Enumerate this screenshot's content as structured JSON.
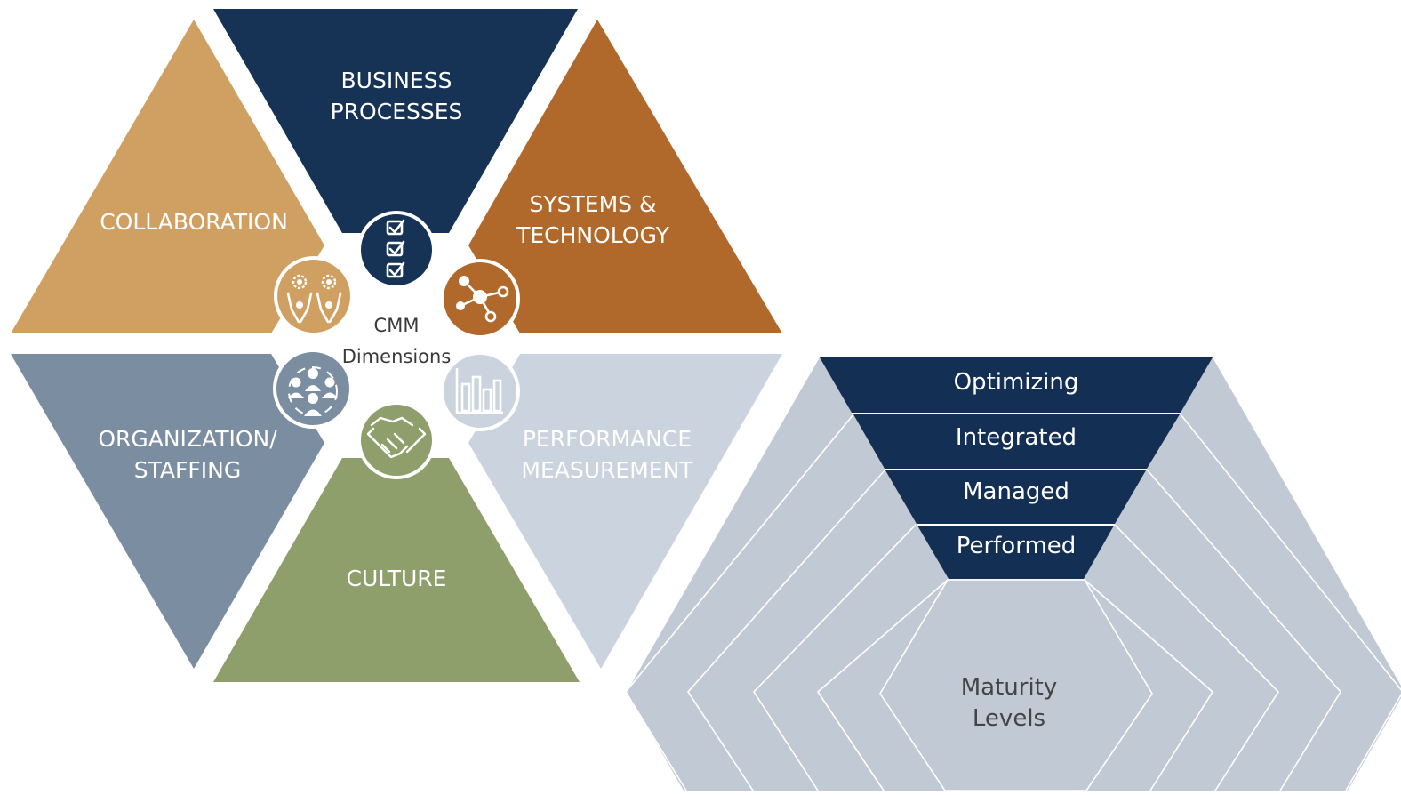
{
  "dimensions": {
    "center_line1": "CMM",
    "center_line2": "Dimensions",
    "segments": [
      {
        "id": "business",
        "lines": [
          "BUSINESS",
          "PROCESSES"
        ],
        "color": "#163254",
        "icon": "checklist-icon"
      },
      {
        "id": "systems",
        "lines": [
          "SYSTEMS &",
          "TECHNOLOGY"
        ],
        "color": "#b0692b",
        "icon": "network-icon"
      },
      {
        "id": "performance",
        "lines": [
          "PERFORMANCE",
          "MEASUREMENT"
        ],
        "color": "#cbd3de",
        "icon": "bar-chart-icon"
      },
      {
        "id": "culture",
        "lines": [
          "CULTURE"
        ],
        "color": "#8e9f6c",
        "icon": "handshake-icon"
      },
      {
        "id": "organization",
        "lines": [
          "ORGANIZATION/",
          "STAFFING"
        ],
        "color": "#7b8da1",
        "icon": "people-group-icon"
      },
      {
        "id": "collaboration",
        "lines": [
          "COLLABORATION"
        ],
        "color": "#d0a062",
        "icon": "collaboration-gears-icon"
      }
    ]
  },
  "maturity": {
    "core_line1": "Maturity",
    "core_line2": "Levels",
    "levels": [
      "Optimizing",
      "Integrated",
      "Managed",
      "Performed"
    ],
    "level_color": "#142f54",
    "band_color": "#c1c9d4"
  }
}
